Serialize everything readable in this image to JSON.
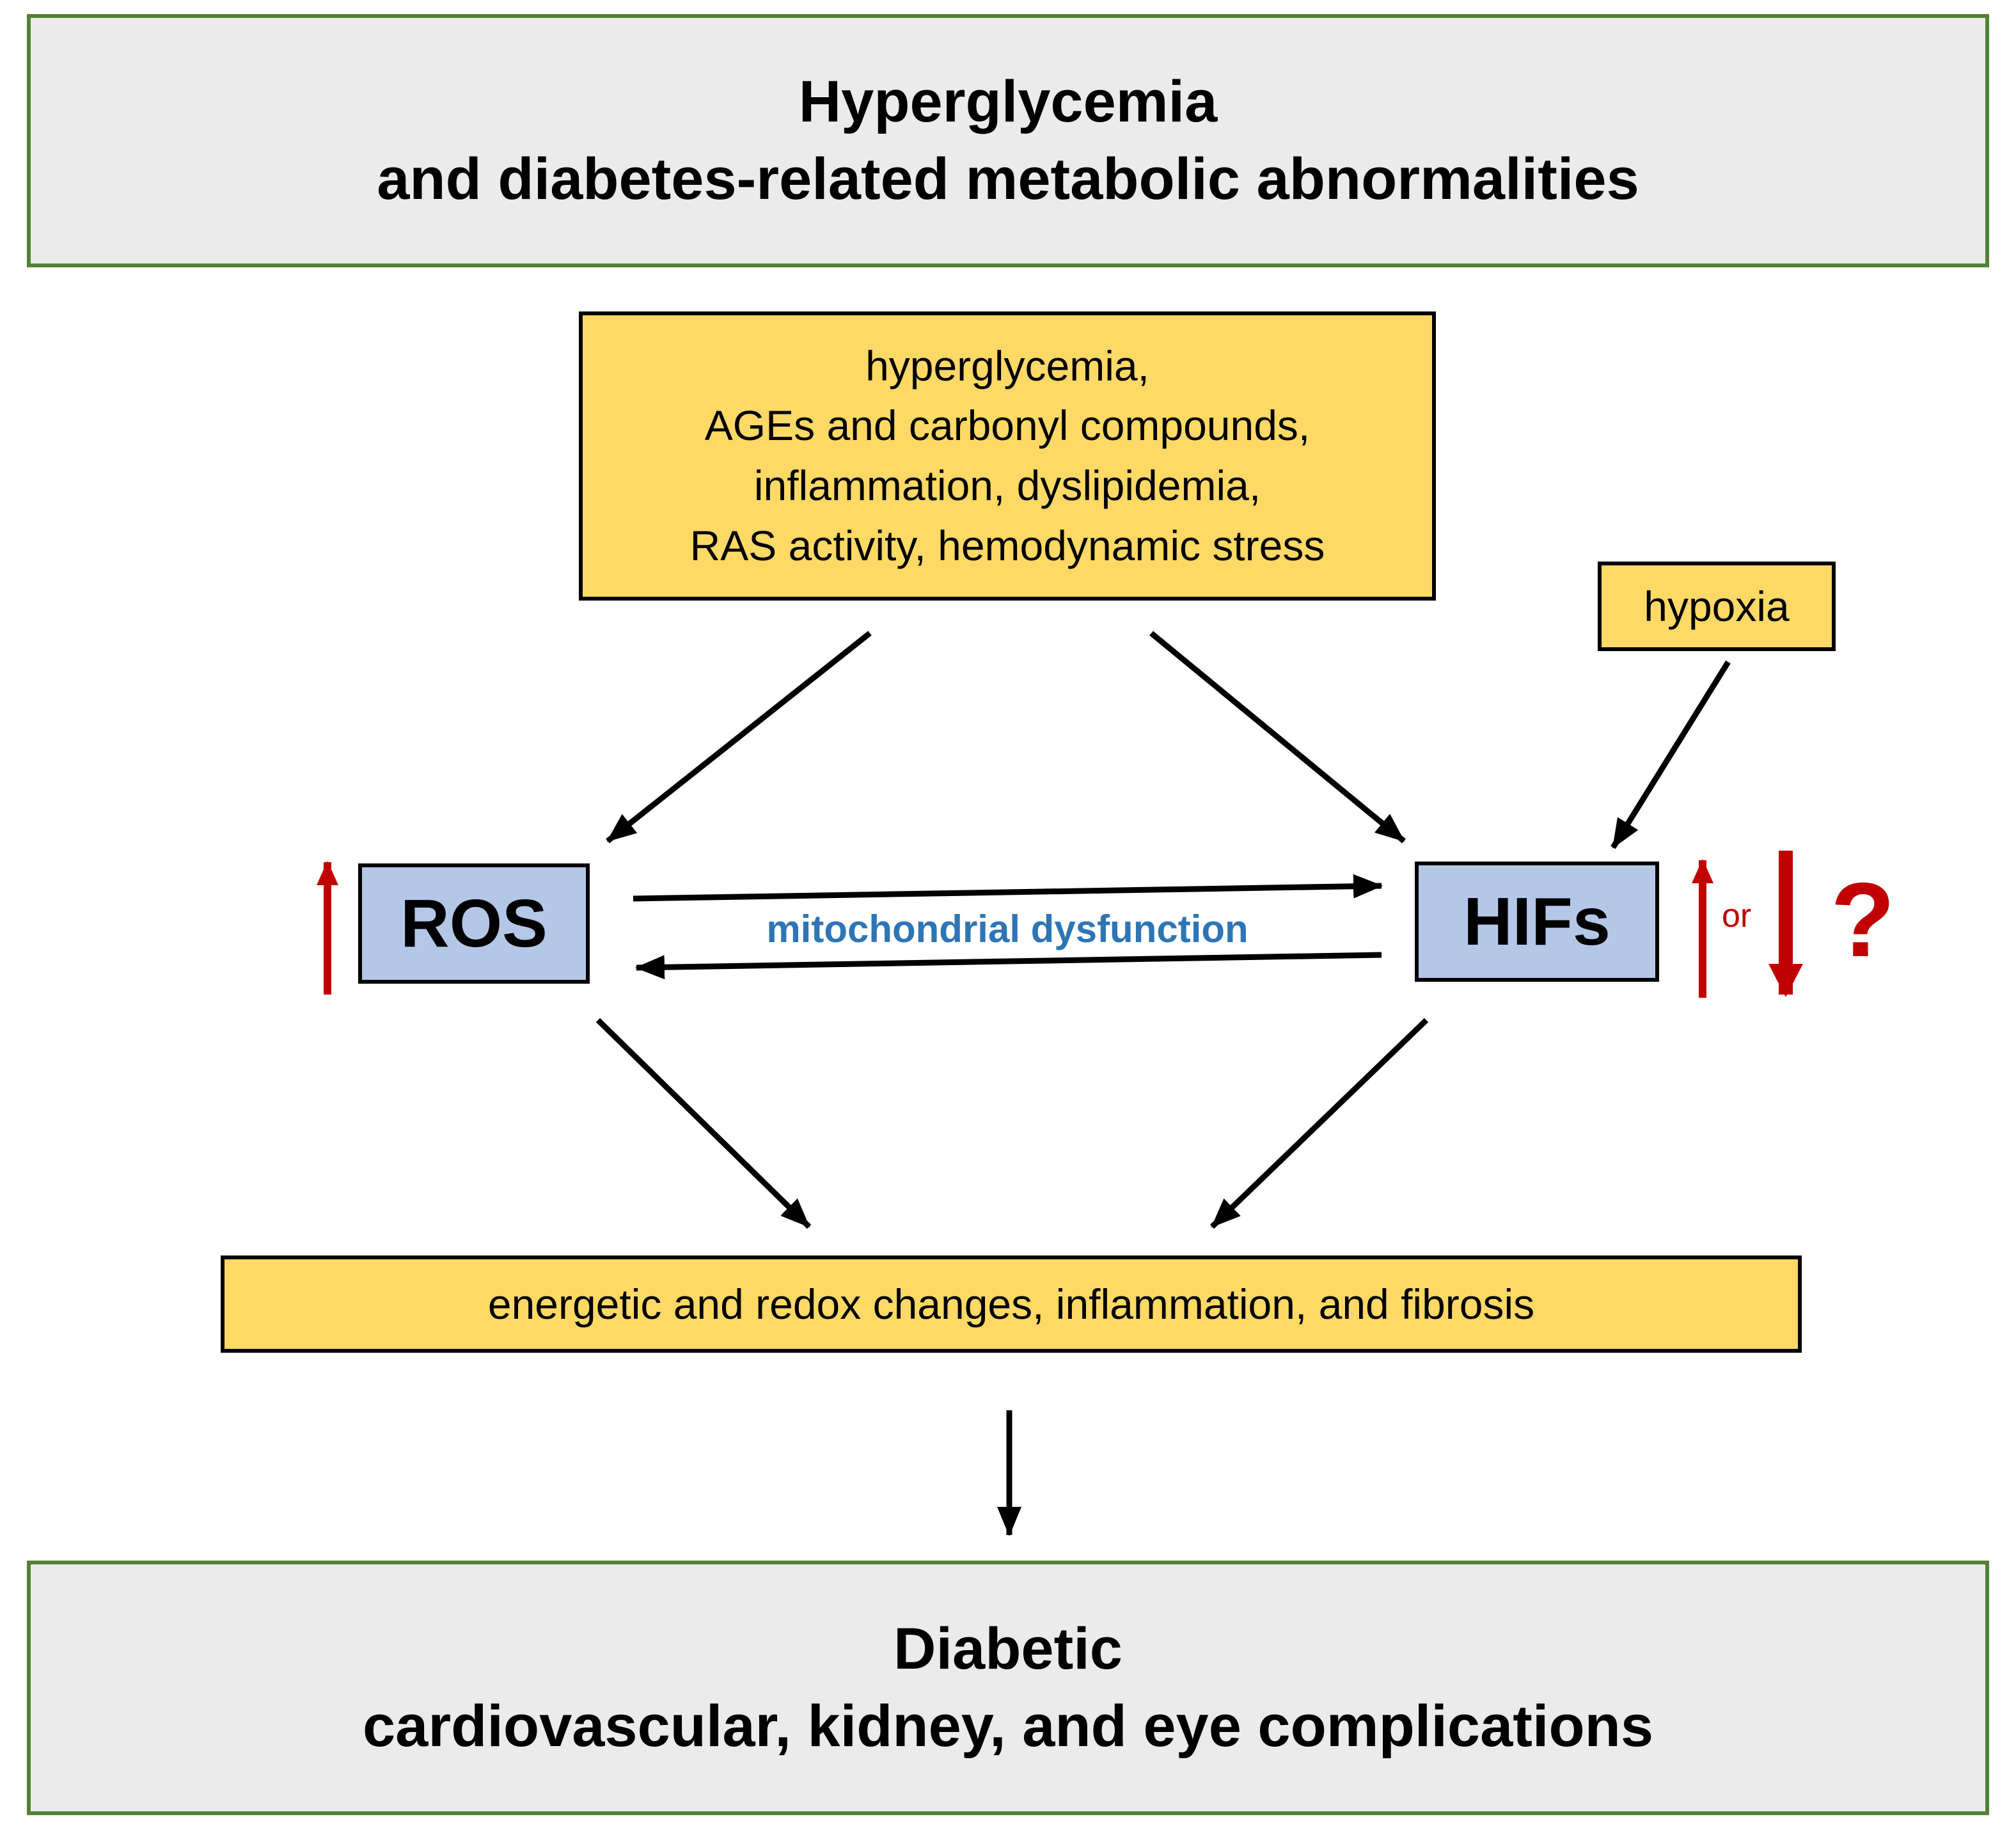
{
  "header": {
    "line1": "Hyperglycemia",
    "line2": "and diabetes-related metabolic abnormalities"
  },
  "causes_box": {
    "lines": [
      "hyperglycemia,",
      "AGEs and carbonyl compounds,",
      "inflammation, dyslipidemia,",
      "RAS activity, hemodynamic stress"
    ]
  },
  "hypoxia_box": {
    "label": "hypoxia"
  },
  "ros_box": {
    "label": "ROS"
  },
  "hifs_box": {
    "label": "HIFs"
  },
  "mito_label": "mitochondrial dysfunction",
  "hif_change": {
    "or_label": "or",
    "question_label": "?"
  },
  "outcome_box": {
    "label": "energetic and redox changes, inflammation, and fibrosis"
  },
  "footer": {
    "line1": "Diabetic",
    "line2": "cardiovascular, kidney, and eye complications"
  },
  "colors": {
    "header_bg": "#ebebeb",
    "header_border": "#538135",
    "yellow_bg": "#ffd966",
    "blue_bg": "#b4c7e7",
    "box_border": "#000000",
    "arrow_black": "#000000",
    "red_accent": "#c00000",
    "mito_text": "#2e75b6"
  }
}
